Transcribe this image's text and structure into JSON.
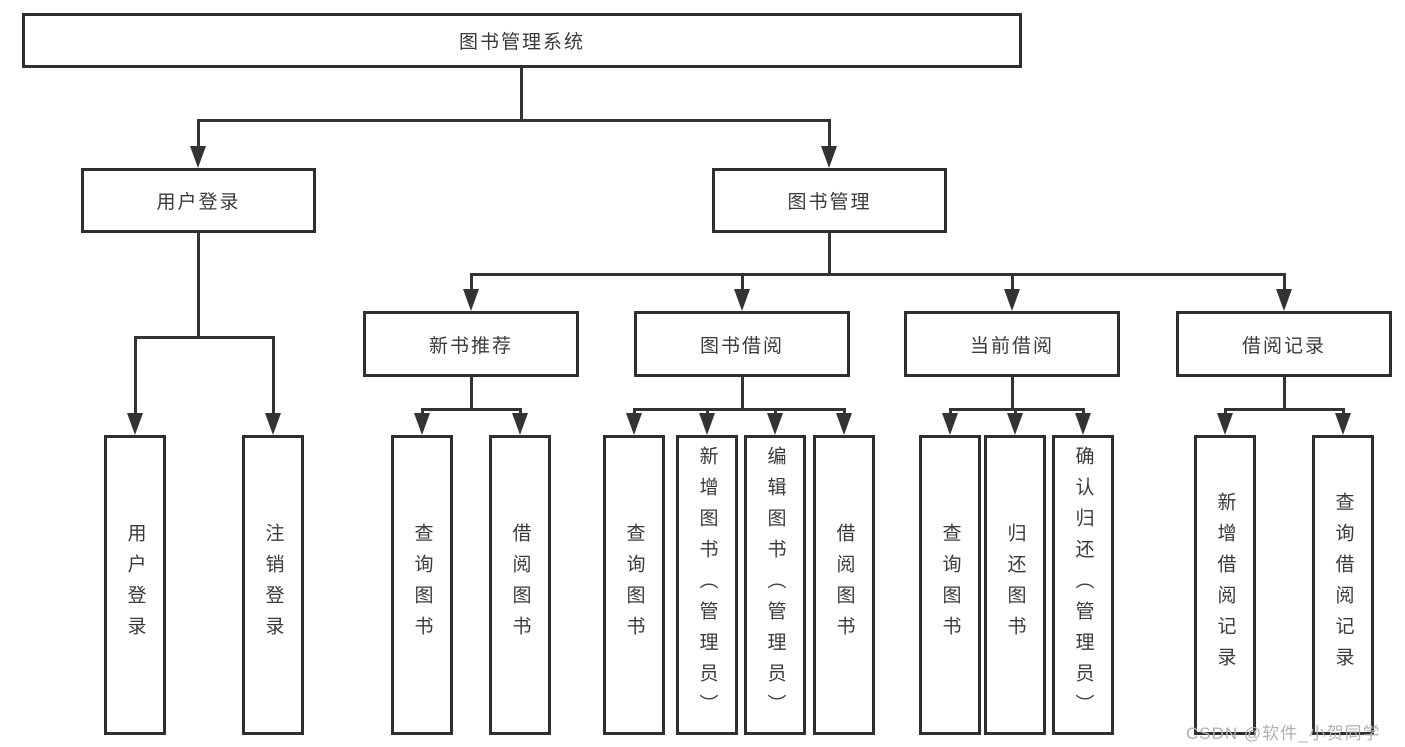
{
  "tree": {
    "label": "图书管理系统",
    "children": [
      {
        "label": "用户登录",
        "children": [
          {
            "label": "用户登录"
          },
          {
            "label": "注销登录"
          }
        ]
      },
      {
        "label": "图书管理",
        "children": [
          {
            "label": "新书推荐",
            "children": [
              {
                "label": "查询图书"
              },
              {
                "label": "借阅图书"
              }
            ]
          },
          {
            "label": "图书借阅",
            "children": [
              {
                "label": "查询图书"
              },
              {
                "label": "新增图书（管理员）"
              },
              {
                "label": "编辑图书（管理员）"
              },
              {
                "label": "借阅图书"
              }
            ]
          },
          {
            "label": "当前借阅",
            "children": [
              {
                "label": "查询图书"
              },
              {
                "label": "归还图书"
              },
              {
                "label": "确认归还（管理员）"
              }
            ]
          },
          {
            "label": "借阅记录",
            "children": [
              {
                "label": "新增借阅记录"
              },
              {
                "label": "查询借阅记录"
              }
            ]
          }
        ]
      }
    ]
  },
  "watermark": {
    "text": "CSDN @软件_小贺同学"
  },
  "colors": {
    "line": "#333333",
    "box_border": "#2f2f2f",
    "box_fill": "#ffffff",
    "text": "#3a3a3a",
    "watermark": "#b0b0b0",
    "background": "#ffffff"
  }
}
